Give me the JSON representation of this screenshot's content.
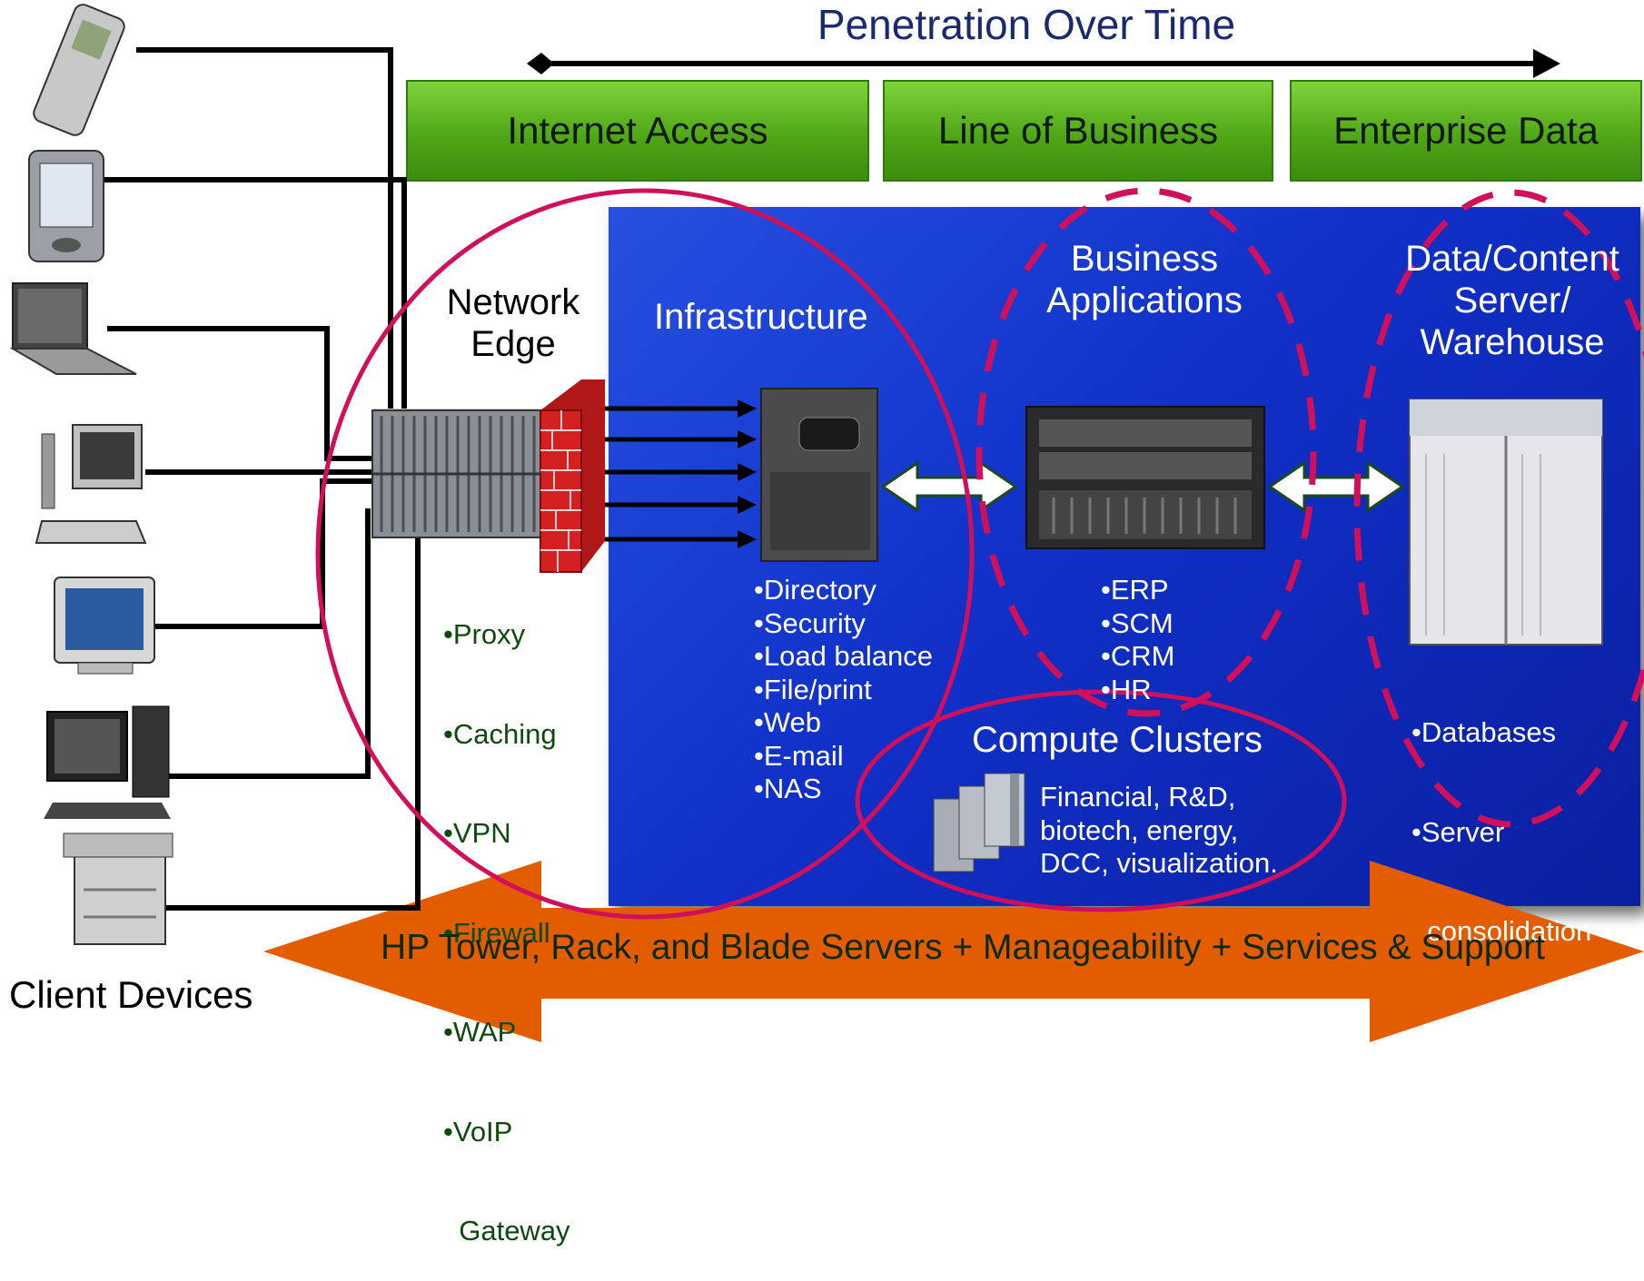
{
  "title": "Penetration Over Time",
  "phases": [
    "Internet Access",
    "Line of Business",
    "Enterprise Data"
  ],
  "sections": {
    "network_edge": {
      "title": "Network Edge",
      "items": [
        "•Proxy",
        "•Caching",
        "•VPN",
        "•Firewall",
        "•WAP",
        "•VoIP",
        "  Gateway"
      ]
    },
    "infrastructure": {
      "title": "Infrastructure",
      "items": [
        "•Directory",
        "•Security",
        "•Load balance",
        "•File/print",
        "•Web",
        "•E-mail",
        "•NAS"
      ]
    },
    "business_applications": {
      "title": "Business Applications",
      "items": [
        "•ERP",
        "•SCM",
        "•CRM",
        "•HR"
      ]
    },
    "data_content": {
      "title_lines": [
        "Data/Content",
        "Server/",
        "Warehouse"
      ],
      "items": [
        "•Databases",
        "•Server",
        "  consolidation"
      ]
    },
    "compute_clusters": {
      "title": "Compute Clusters",
      "desc_lines": [
        "Financial, R&D,",
        "biotech, energy,",
        "DCC, visualization."
      ]
    }
  },
  "bottom_banner": "HP Tower, Rack, and Blade Servers + Manageability + Services & Support",
  "client_devices_label": "Client Devices",
  "colors": {
    "title": "#1a2a6e",
    "phase_green": "#4ea315",
    "panel_blue": "#1030c8",
    "circle": "#d0105a",
    "banner_orange": "#e35d00"
  }
}
